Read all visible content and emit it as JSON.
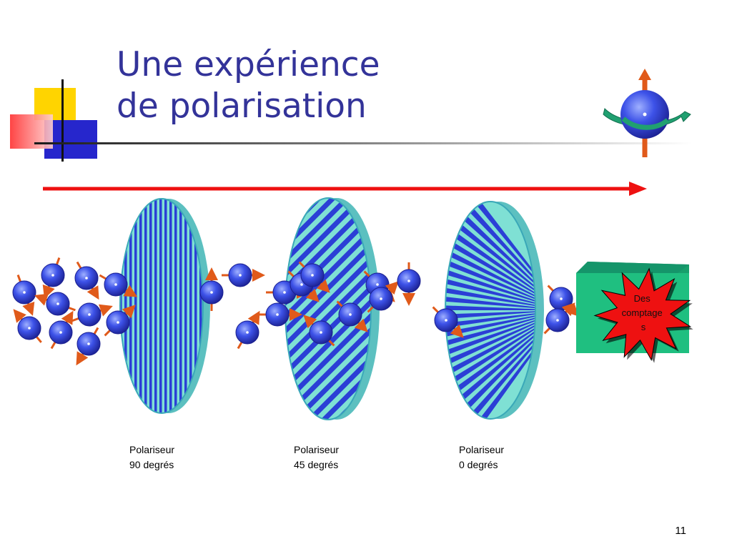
{
  "slide": {
    "title_line1": "Une expérience",
    "title_line2": "de polarisation",
    "page_number": "11"
  },
  "polarizers": [
    {
      "label": "Polariseur",
      "angle_label": "90 degrés",
      "stripe_angle_deg": 90
    },
    {
      "label": "Polariseur",
      "angle_label": "45 degrés",
      "stripe_angle_deg": 45
    },
    {
      "label": "Polariseur",
      "angle_label": "0 degrés",
      "stripe_angle_deg": 0
    }
  ],
  "detector": {
    "burst_text": "Des comptages"
  },
  "colors": {
    "title": "#333399",
    "arrow": "#ee1111",
    "particle": "#3344dd",
    "spin_arrow": "#e05a1a",
    "stripe_dark": "#2b3fd6",
    "stripe_light": "#7fe0d4",
    "detector_box": "#1fbf80",
    "burst": "#ee1111"
  },
  "icons": {
    "spin_symbol": "spin-particle-icon",
    "deco": "corner-squares-icon"
  }
}
